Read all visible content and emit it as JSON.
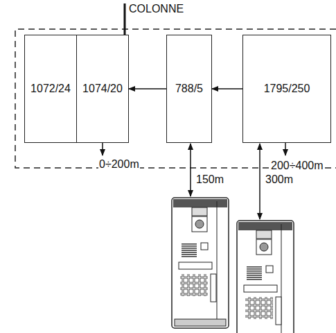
{
  "diagram": {
    "nodes": [
      {
        "text": [
          "1072/24"
        ]
      },
      {
        "text": [
          "1074/20"
        ]
      },
      {
        "text": [
          "788/5"
        ]
      },
      {
        "text": [
          "1795/250"
        ]
      }
    ],
    "edges": [
      {
        "from": 2,
        "to": 1,
        "arrow": "to"
      },
      {
        "from": 3,
        "to": 2,
        "arrow": "to"
      }
    ],
    "labels": [
      "COLONNE",
      "0÷200m",
      "200÷400m",
      "150m",
      "300m"
    ]
  }
}
